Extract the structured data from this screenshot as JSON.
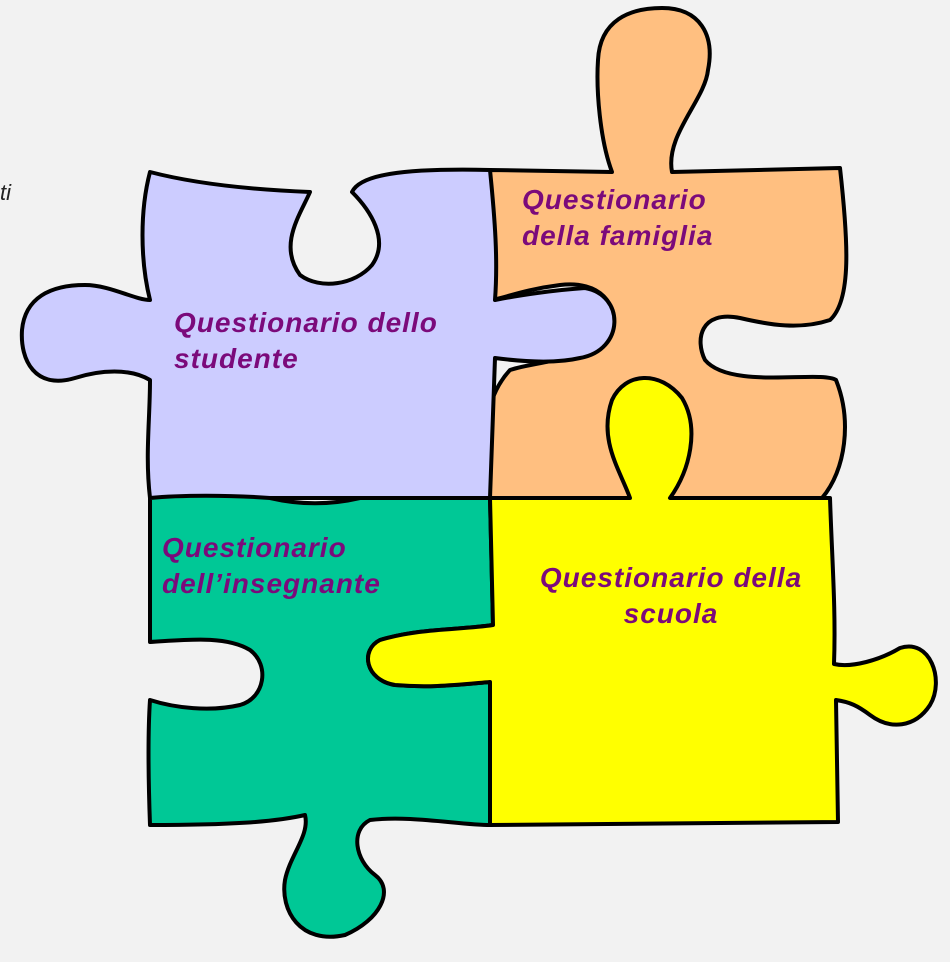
{
  "edge_text": "ti",
  "pieces": [
    {
      "id": "studente",
      "color": "#ccccff",
      "label_lines": [
        "Questionario dello",
        "studente"
      ]
    },
    {
      "id": "famiglia",
      "color": "#ffbf80",
      "label_lines": [
        "Questionario",
        "della famiglia"
      ]
    },
    {
      "id": "insegnante",
      "color": "#00c896",
      "label_lines": [
        "Questionario",
        "dell’insegnante"
      ]
    },
    {
      "id": "scuola",
      "color": "#ffff00",
      "label_lines": [
        "Questionario della",
        "scuola"
      ]
    }
  ]
}
